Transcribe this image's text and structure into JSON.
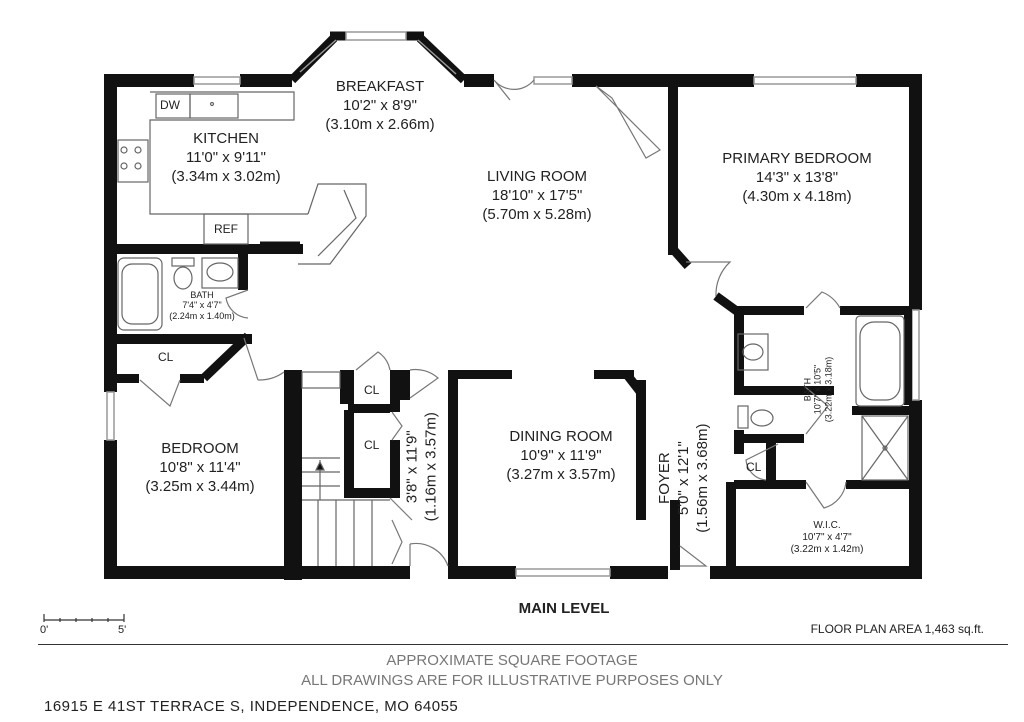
{
  "rooms": {
    "breakfast": {
      "name": "BREAKFAST",
      "dim_ft": "10'2\" x 8'9\"",
      "dim_m": "(3.10m x 2.66m)"
    },
    "kitchen": {
      "name": "KITCHEN",
      "dim_ft": "11'0\" x 9'11\"",
      "dim_m": "(3.34m x 3.02m)"
    },
    "living": {
      "name": "LIVING ROOM",
      "dim_ft": "18'10\" x 17'5\"",
      "dim_m": "(5.70m x 5.28m)"
    },
    "primary_bedroom": {
      "name": "PRIMARY BEDROOM",
      "dim_ft": "14'3\" x 13'8\"",
      "dim_m": "(4.30m x 4.18m)"
    },
    "bath1": {
      "name": "BATH",
      "dim_ft": "7'4\" x 4'7\"",
      "dim_m": "(2.24m x 1.40m)"
    },
    "bedroom": {
      "name": "BEDROOM",
      "dim_ft": "10'8\" x 11'4\"",
      "dim_m": "(3.25m x 3.44m)"
    },
    "dining": {
      "name": "DINING ROOM",
      "dim_ft": "10'9\" x 11'9\"",
      "dim_m": "(3.27m x 3.57m)"
    },
    "foyer": {
      "name": "FOYER",
      "dim_ft": "5'0\" x 12'1\"",
      "dim_m": "(1.56m x 3.68m)"
    },
    "hall": {
      "dim_ft": "3'8\" x 11'9\"",
      "dim_m": "(1.16m x 3.57m)"
    },
    "bath2": {
      "name": "BATH",
      "dim_ft": "10'7\" x 10'5\"",
      "dim_m": "(3.22m x 3.18m)"
    },
    "wic": {
      "name": "W.I.C.",
      "dim_ft": "10'7\" x 4'7\"",
      "dim_m": "(3.22m x 1.42m)"
    }
  },
  "fixtures": {
    "dw": "DW",
    "ref": "REF",
    "cl": "CL"
  },
  "level_label": "MAIN LEVEL",
  "scale": {
    "start": "0'",
    "end": "5'"
  },
  "floor_area": "FLOOR PLAN AREA 1,463 sq.ft.",
  "disclaimer": {
    "line1": "APPROXIMATE SQUARE FOOTAGE",
    "line2": "ALL DRAWINGS ARE FOR ILLUSTRATIVE PURPOSES ONLY"
  },
  "address": "16915 E 41ST TERRACE S, INDEPENDENCE, MO 64055",
  "colors": {
    "wall": "#111111",
    "thin": "#888888",
    "text": "#222222"
  }
}
